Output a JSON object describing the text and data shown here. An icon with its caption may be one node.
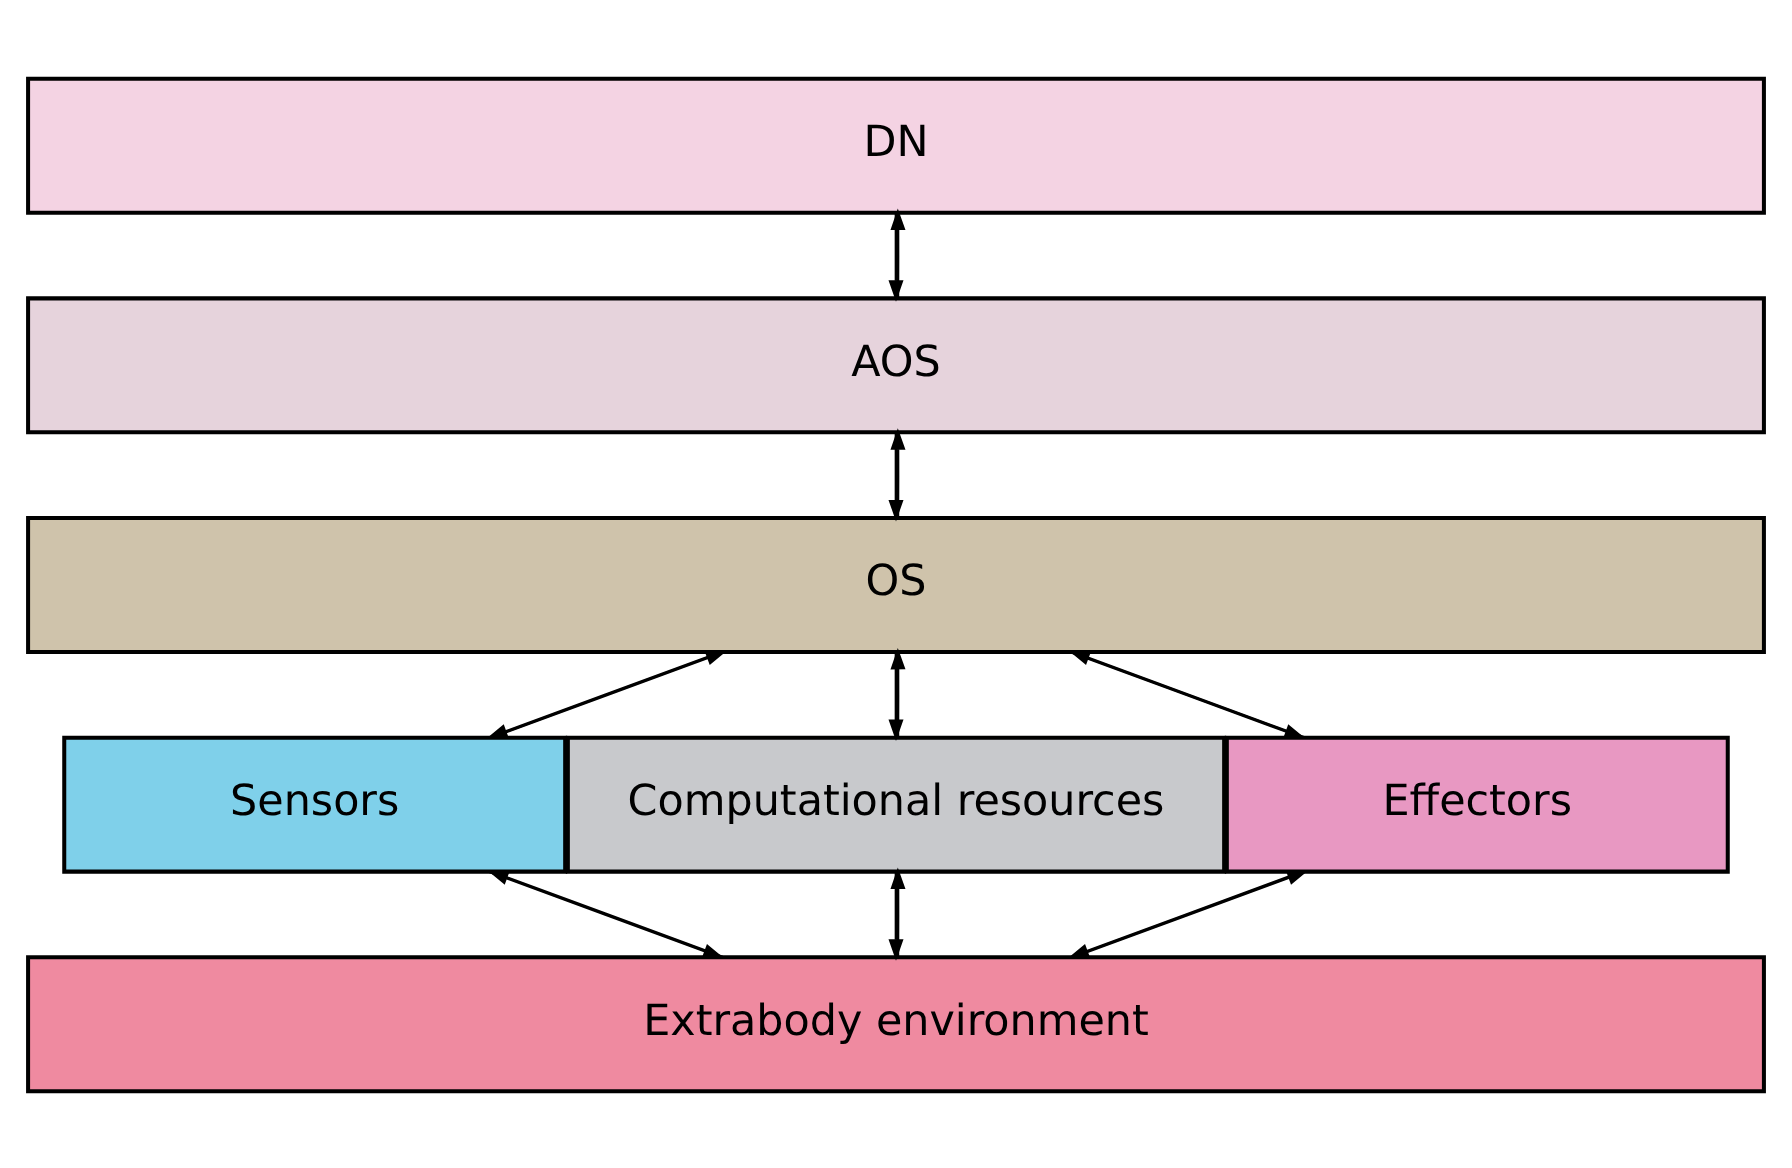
{
  "diagram": {
    "nodes": [
      {
        "text": [
          "DN"
        ]
      },
      {
        "text": [
          "AOS"
        ]
      },
      {
        "text": [
          "OS"
        ]
      },
      {
        "text": [
          "Sensors"
        ]
      },
      {
        "text": [
          "Computational resources"
        ]
      },
      {
        "text": [
          "Effectors"
        ]
      },
      {
        "text": [
          "Extrabody environment"
        ]
      }
    ],
    "edges": [
      {
        "from": 1,
        "to": 0,
        "arrow": "to"
      },
      {
        "from": 0,
        "to": 1,
        "arrow": "to"
      },
      {
        "from": 2,
        "to": 1,
        "arrow": "to"
      },
      {
        "from": 1,
        "to": 2,
        "arrow": "to"
      },
      {
        "from": 3,
        "to": 2,
        "arrow": "to"
      },
      {
        "from": 2,
        "to": 3,
        "arrow": "to"
      },
      {
        "from": 4,
        "to": 2,
        "arrow": "to"
      },
      {
        "from": 2,
        "to": 4,
        "arrow": "to"
      },
      {
        "from": 5,
        "to": 2,
        "arrow": "to"
      },
      {
        "from": 2,
        "to": 5,
        "arrow": "to"
      },
      {
        "from": 6,
        "to": 3,
        "arrow": "to"
      },
      {
        "from": 3,
        "to": 6,
        "arrow": "to"
      },
      {
        "from": 6,
        "to": 4,
        "arrow": "to"
      },
      {
        "from": 4,
        "to": 6,
        "arrow": "to"
      },
      {
        "from": 6,
        "to": 5,
        "arrow": "to"
      },
      {
        "from": 5,
        "to": 6,
        "arrow": "to"
      }
    ]
  }
}
